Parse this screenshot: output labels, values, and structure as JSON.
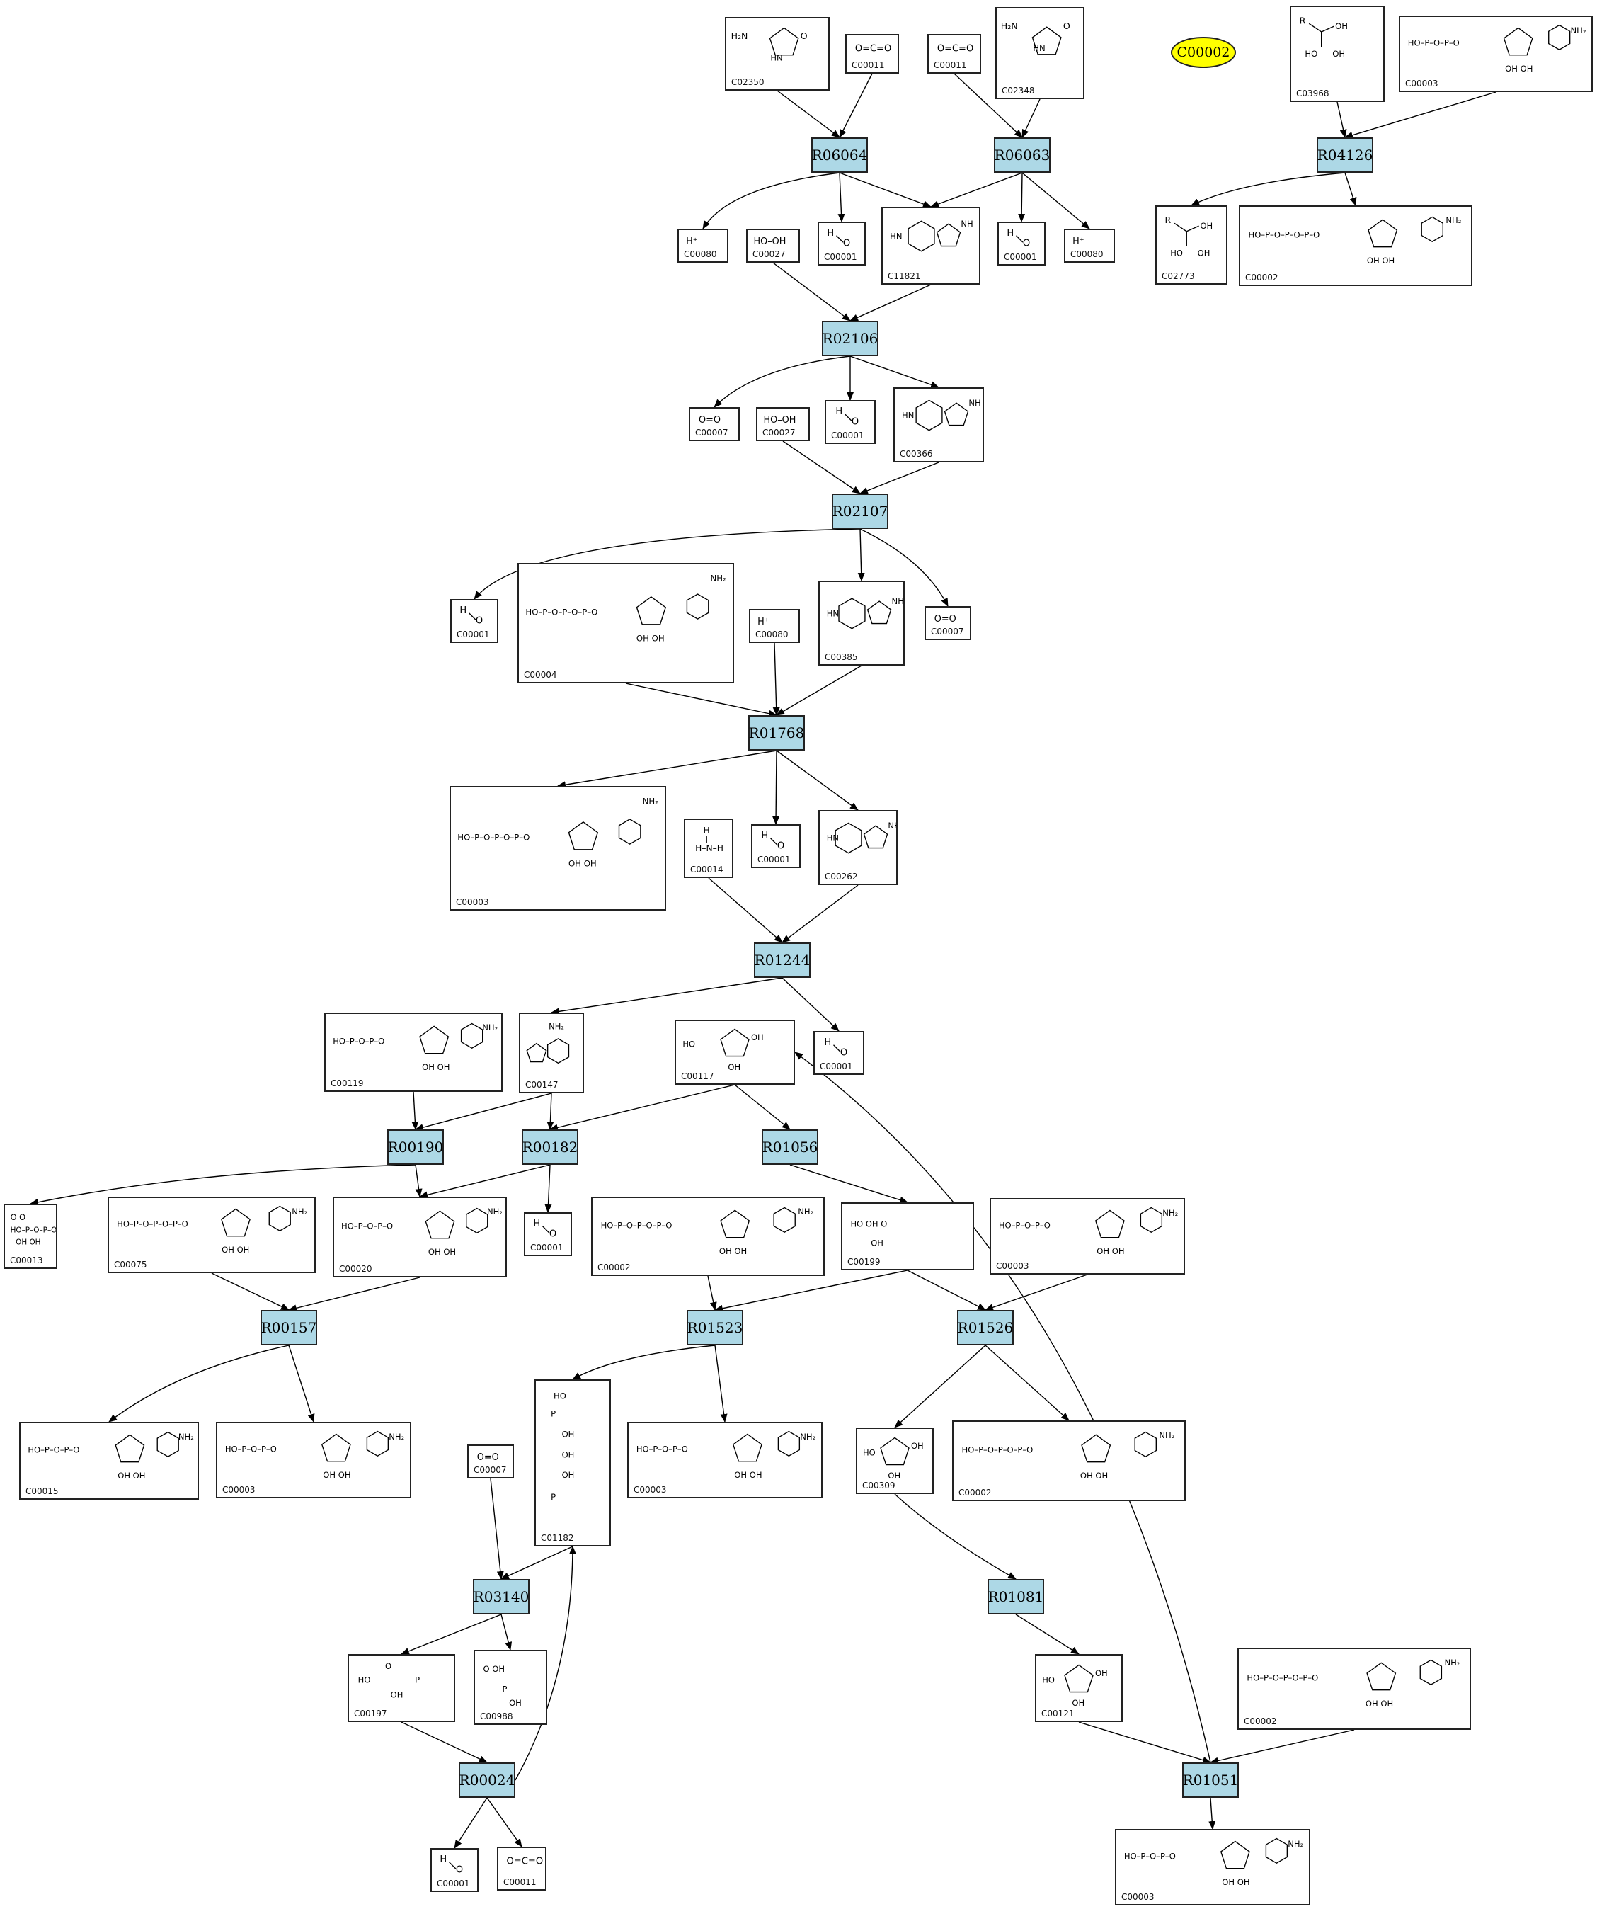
{
  "highlight": "C00002",
  "reactions": [
    "R06064",
    "R06063",
    "R04126",
    "R02106",
    "R02107",
    "R01768",
    "R01244",
    "R00190",
    "R00182",
    "R01056",
    "R00157",
    "R01523",
    "R01526",
    "R03140",
    "R01081",
    "R00024",
    "R01051"
  ],
  "compound_labels": {
    "c02350": "C02350",
    "c00011_a": "C00011",
    "c00011_b": "C00011",
    "c02348": "C02348",
    "c03968": "C03968",
    "c00003_top": "C00003",
    "c00080_a": "C00080",
    "c00027_a": "C00027",
    "c00001_a": "C00001",
    "c11821": "C11821",
    "c00001_b": "C00001",
    "c00080_b": "C00080",
    "c02773": "C02773",
    "c00002_top": "C00002",
    "c00007_a": "C00007",
    "c00027_b": "C00027",
    "c00001_c": "C00001",
    "c00366": "C00366",
    "c00001_d": "C00001",
    "c00004": "C00004",
    "c00080_c": "C00080",
    "c00385": "C00385",
    "c00007_b": "C00007",
    "c00003_mid": "C00003",
    "c00014": "C00014",
    "c00001_e": "C00001",
    "c00262": "C00262",
    "c00119": "C00119",
    "c00147": "C00147",
    "c00117": "C00117",
    "c00001_f": "C00001",
    "c00013": "C00013",
    "c00075": "C00075",
    "c00020": "C00020",
    "c00001_g": "C00001",
    "c00002_mid": "C00002",
    "c00199": "C00199",
    "c00003_r": "C00003",
    "c00015": "C00015",
    "c00003_a": "C00003",
    "c01182": "C01182",
    "c00003_b": "C00003",
    "c00309": "C00309",
    "c00002_b": "C00002",
    "c00007_c": "C00007",
    "c00197": "C00197",
    "c00988": "C00988",
    "c00121": "C00121",
    "c00002_c": "C00002",
    "c00001_h": "C00001",
    "c00011_c": "C00011",
    "c00003_bot": "C00003"
  },
  "formulas": {
    "water": "H₂O",
    "proton": "H⁺",
    "peroxide": "HO–OH",
    "oxygen": "O=O",
    "co2": "O=C=O",
    "ammonia": "NH₃",
    "amine": "H₂N",
    "nh2": "NH₂",
    "oh": "OH",
    "ho": "HO",
    "o": "O",
    "p": "P",
    "n": "N",
    "nh": "NH",
    "hn": "HN",
    "r": "R",
    "phosphate": "HO–P–O–P–O",
    "diphosphate": "HO–P–O–P–O–P–O",
    "oh_pair": "OH  OH"
  }
}
